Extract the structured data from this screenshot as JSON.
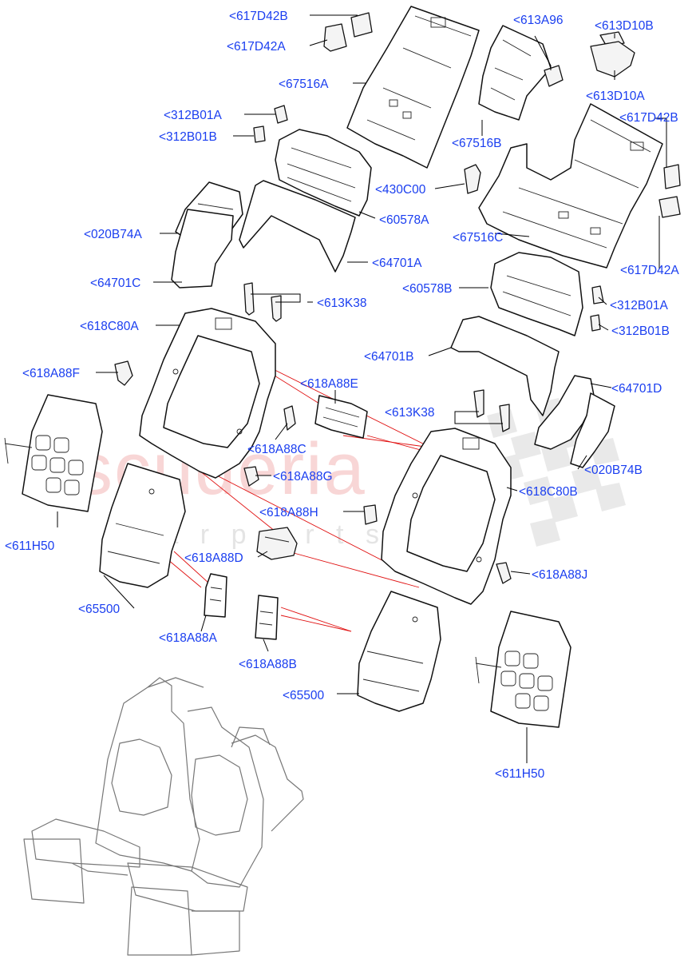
{
  "watermark": {
    "brand": "scuderia",
    "sub": "c a r   p a r t s",
    "color": "#f3b5b5"
  },
  "label_color": "#1a3ef0",
  "labels": [
    {
      "id": "617D42B-top",
      "text": "<617D42B"
    },
    {
      "id": "617D42A-top",
      "text": "<617D42A"
    },
    {
      "id": "613A96",
      "text": "<613A96"
    },
    {
      "id": "613D10B",
      "text": "<613D10B"
    },
    {
      "id": "613D10A",
      "text": "<613D10A"
    },
    {
      "id": "67516A",
      "text": "<67516A"
    },
    {
      "id": "312B01A-top",
      "text": "<312B01A"
    },
    {
      "id": "312B01B-top",
      "text": "<312B01B"
    },
    {
      "id": "67516B",
      "text": "<67516B"
    },
    {
      "id": "617D42B-right",
      "text": "<617D42B"
    },
    {
      "id": "430C00",
      "text": "<430C00"
    },
    {
      "id": "60578A",
      "text": "<60578A"
    },
    {
      "id": "020B74A",
      "text": "<020B74A"
    },
    {
      "id": "67516C",
      "text": "<67516C"
    },
    {
      "id": "64701A",
      "text": "<64701A"
    },
    {
      "id": "617D42A-right",
      "text": "<617D42A"
    },
    {
      "id": "64701C",
      "text": "<64701C"
    },
    {
      "id": "60578B",
      "text": "<60578B"
    },
    {
      "id": "613K38-top",
      "text": "<613K38"
    },
    {
      "id": "312B01A-right",
      "text": "<312B01A"
    },
    {
      "id": "618C80A",
      "text": "<618C80A"
    },
    {
      "id": "312B01B-right",
      "text": "<312B01B"
    },
    {
      "id": "64701B",
      "text": "<64701B"
    },
    {
      "id": "618A88F",
      "text": "<618A88F"
    },
    {
      "id": "618A88E",
      "text": "<618A88E"
    },
    {
      "id": "64701D",
      "text": "<64701D"
    },
    {
      "id": "613K38-mid",
      "text": "<613K38"
    },
    {
      "id": "618A88C",
      "text": "<618A88C"
    },
    {
      "id": "020B74B",
      "text": "<020B74B"
    },
    {
      "id": "618A88G",
      "text": "<618A88G"
    },
    {
      "id": "618C80B",
      "text": "<618C80B"
    },
    {
      "id": "618A88H",
      "text": "<618A88H"
    },
    {
      "id": "611H50-left",
      "text": "<611H50"
    },
    {
      "id": "618A88D",
      "text": "<618A88D"
    },
    {
      "id": "618A88J",
      "text": "<618A88J"
    },
    {
      "id": "65500-left",
      "text": "<65500"
    },
    {
      "id": "618A88A",
      "text": "<618A88A"
    },
    {
      "id": "618A88B",
      "text": "<618A88B"
    },
    {
      "id": "65500-mid",
      "text": "<65500"
    },
    {
      "id": "611H50-right",
      "text": "<611H50"
    }
  ]
}
